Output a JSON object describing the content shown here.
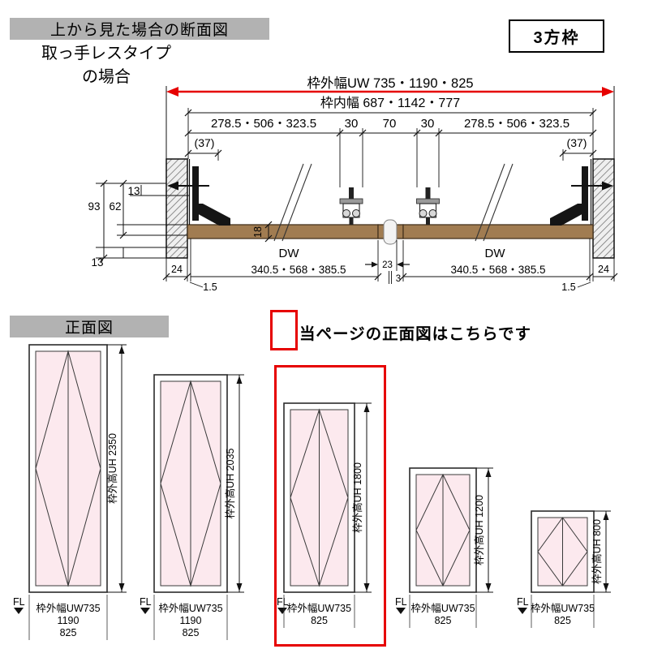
{
  "header": {
    "section_label": "上から見た場合の断面図",
    "subtitle1": "取っ手レスタイプ",
    "subtitle2": "の場合",
    "badge": "3方枠"
  },
  "cross_section": {
    "outer_width": "枠外幅UW 735・1190・825",
    "inner_width": "枠内幅  687・1142・777",
    "seg_left": "278.5・506・323.5",
    "seg_30a": "30",
    "seg_70": "70",
    "seg_30b": "30",
    "seg_right": "278.5・506・323.5",
    "paren37": "(37)",
    "dim_93": "93",
    "dim_62": "62",
    "dim_13": "13",
    "dim_18": "18",
    "dw_label": "DW",
    "dw_value": "340.5・568・385.5",
    "dim_23": "23",
    "dim_3": "3",
    "dim_24": "24",
    "dim_1_5": "1.5"
  },
  "front_view": {
    "section_label": "正面図",
    "callout": "当ページの正面図はこちらです",
    "fl": "FL",
    "doors": [
      {
        "height_label": "枠外高UH 2350",
        "width_lines": [
          "枠外幅UW735",
          "1190",
          "825"
        ]
      },
      {
        "height_label": "枠外高UH 2035",
        "width_lines": [
          "枠外幅UW735",
          "1190",
          "825"
        ]
      },
      {
        "height_label": "枠外高UH 1800",
        "width_lines": [
          "枠外幅UW735",
          "825"
        ]
      },
      {
        "height_label": "枠外高UH 1200",
        "width_lines": [
          "枠外幅UW735",
          "825"
        ]
      },
      {
        "height_label": "枠外高UH 800",
        "width_lines": [
          "枠外幅UW735",
          "825"
        ]
      }
    ]
  },
  "colors": {
    "accent_red": "#e60000",
    "label_gray": "#b2b2b2",
    "door_pink": "#fce9ee",
    "panel_brown": "#a17c51"
  }
}
